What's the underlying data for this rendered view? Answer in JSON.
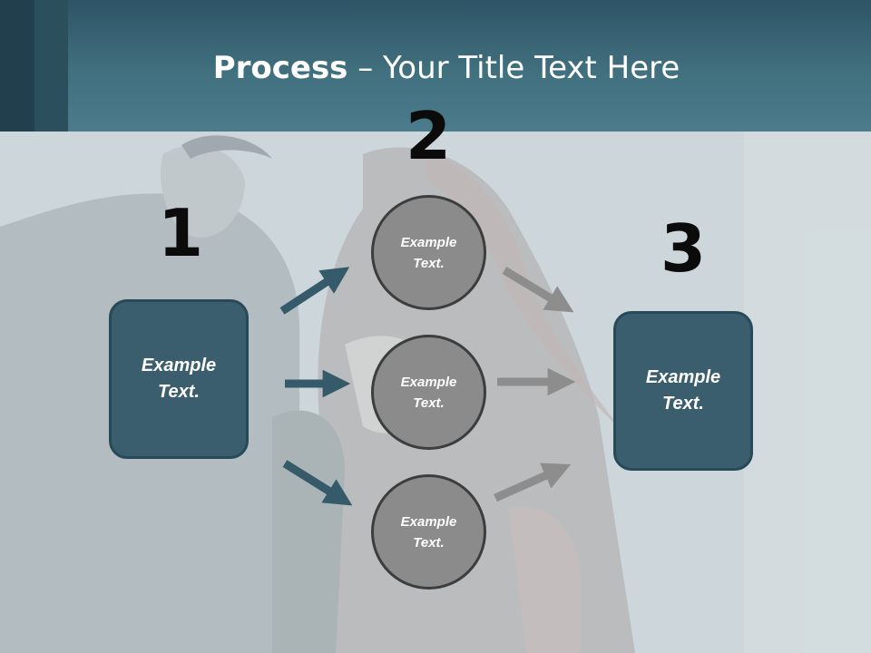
{
  "title": {
    "bold": "Process",
    "rest": " – Your Title Text Here"
  },
  "steps": {
    "one": "1",
    "two": "2",
    "three": "3"
  },
  "left_box": {
    "line1": "Example",
    "line2": "Text."
  },
  "right_box": {
    "line1": "Example",
    "line2": "Text."
  },
  "circles": [
    {
      "line1": "Example",
      "line2": "Text."
    },
    {
      "line1": "Example",
      "line2": "Text."
    },
    {
      "line1": "Example",
      "line2": "Text."
    }
  ],
  "colors": {
    "header": "#41707f",
    "box": "#3b5e6e",
    "circle": "#8b8b8b",
    "arrow_dark": "#355a69",
    "arrow_gray": "#8d8d8d"
  }
}
